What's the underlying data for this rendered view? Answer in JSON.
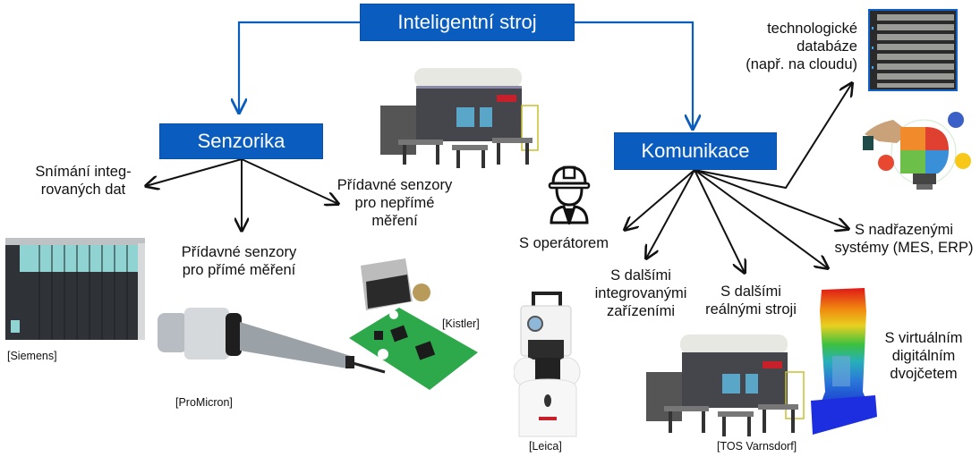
{
  "title": "Inteligentní stroj",
  "branches": {
    "sensors": {
      "label": "Senzorika",
      "items": [
        {
          "line1": "Snímání integ-",
          "line2": "rovaných dat"
        },
        {
          "line1": "Přídavné senzory",
          "line2": "pro přímé měření"
        },
        {
          "line1": "Přídavné senzory",
          "line2": "pro nepřímé",
          "line3": "měření"
        }
      ]
    },
    "communication": {
      "label": "Komunikace",
      "items": [
        {
          "line1": "S operátorem"
        },
        {
          "line1": "S dalšími",
          "line2": "integrovanými",
          "line3": "zařízeními"
        },
        {
          "line1": "S dalšími",
          "line2": "reálnými stroji"
        },
        {
          "line1": "S virtuálním",
          "line2": "digitálním",
          "line3": "dvojčetem"
        },
        {
          "line1": "S nadřazenými",
          "line2": "systémy (MES, ERP)"
        },
        {
          "line1": "technologické",
          "line2": "databáze",
          "line3": "(např. na cloudu)"
        }
      ]
    }
  },
  "citations": {
    "siemens": "[Siemens]",
    "promicron": "[ProMicron]",
    "kistler": "[Kistler]",
    "leica": "[Leica]",
    "tos": "[TOS Varnsdorf]"
  },
  "colors": {
    "box_fill": "#0a5dbf",
    "connector_blue": "#0a5dbf",
    "arrow_black": "#111111"
  },
  "images": {
    "machine_top": "machining-center-image",
    "drive_system": "siemens-drive-modules-image",
    "tool_holder": "sensory-tool-holder-image",
    "accelerometer": "kistler-accelerometer-image",
    "sensor_board": "sensor-pcb-image",
    "operator": "operator-helmet-icon",
    "laser_tracker": "leica-laser-tracker-image",
    "machine_bottom": "machining-center-image",
    "digital_twin": "fem-digital-twin-image",
    "server_rack": "server-rack-image",
    "erp_bulb": "erp-puzzle-bulb-image"
  }
}
